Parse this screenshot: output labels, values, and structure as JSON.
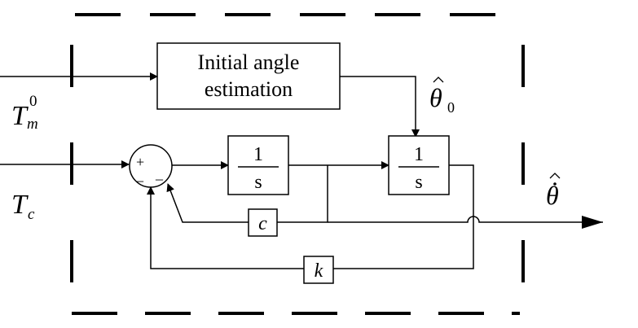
{
  "blocks": {
    "estimation_line1": "Initial angle",
    "estimation_line2": "estimation",
    "integrator1": {
      "num": "1",
      "den": "s"
    },
    "integrator2": {
      "num": "1",
      "den": "s"
    },
    "gain_c": "c",
    "gain_k": "k"
  },
  "summing_junction": {
    "plus": "+",
    "minus1": "_",
    "minus2": "_"
  },
  "signals": {
    "tm_base": "T",
    "tm_sub": "m",
    "tm_sup": "0",
    "tc_base": "T",
    "tc_sub": "c",
    "theta0_base": "θ",
    "theta0_sub": "0",
    "output_base": "θ"
  }
}
